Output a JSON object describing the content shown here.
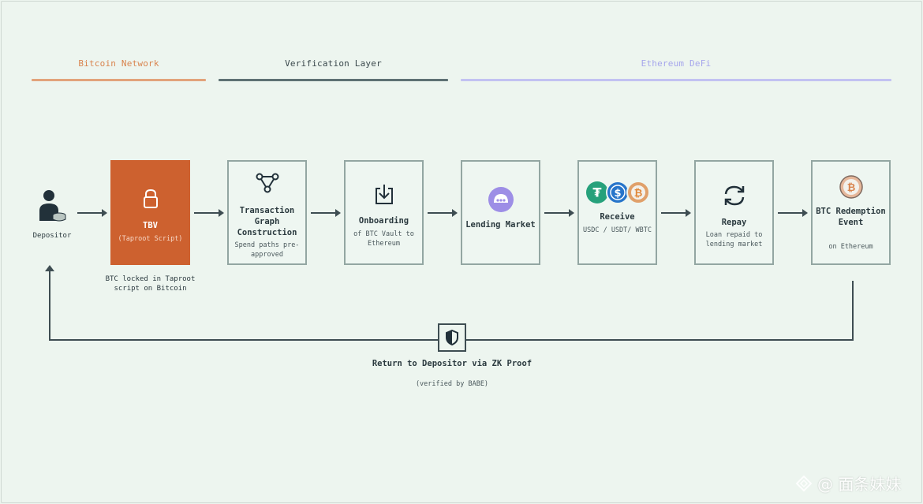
{
  "lanes": [
    {
      "label": "Bitcoin Network",
      "color": "#d9844e"
    },
    {
      "label": "Verification Layer",
      "color": "#5e7174"
    },
    {
      "label": "Ethereum DeFi",
      "color": "#a6a6ec"
    }
  ],
  "depositor": {
    "label": "Depositor"
  },
  "steps": [
    {
      "title": "TBV",
      "sub": "(Taproot Script)",
      "icon": "lock-icon"
    },
    {
      "title": "Transaction Graph Construction",
      "sub": "Spend paths pre-approved",
      "icon": "graph-nodes-icon"
    },
    {
      "title": "Onboarding",
      "sub": "of BTC Vault to Ethereum",
      "icon": "download-tray-icon"
    },
    {
      "title": "Lending Market",
      "sub": "",
      "icon": "morpho-logo-icon"
    },
    {
      "title": "Receive",
      "sub": "USDC / USDT/ WBTC",
      "icon": "token-coins-icon"
    },
    {
      "title": "Repay",
      "sub": "Loan repaid to lending market",
      "icon": "refresh-cycle-icon"
    },
    {
      "title": "BTC Redemption Event",
      "sub": "on Ethereum",
      "icon": "bitcoin-coin-icon"
    }
  ],
  "tbv_caption": "BTC locked in Taproot script on Bitcoin",
  "return": {
    "title": "Return to Depositor via ZK Proof",
    "sub": "(verified by BABE)",
    "icon": "shield-icon"
  },
  "coins": [
    {
      "symbol": "₮",
      "color": "#26a17b"
    },
    {
      "symbol": "$",
      "color": "#2775ca"
    },
    {
      "symbol": "₿",
      "color": "#e0a06a"
    }
  ],
  "watermark": "@ 面条妹妹"
}
